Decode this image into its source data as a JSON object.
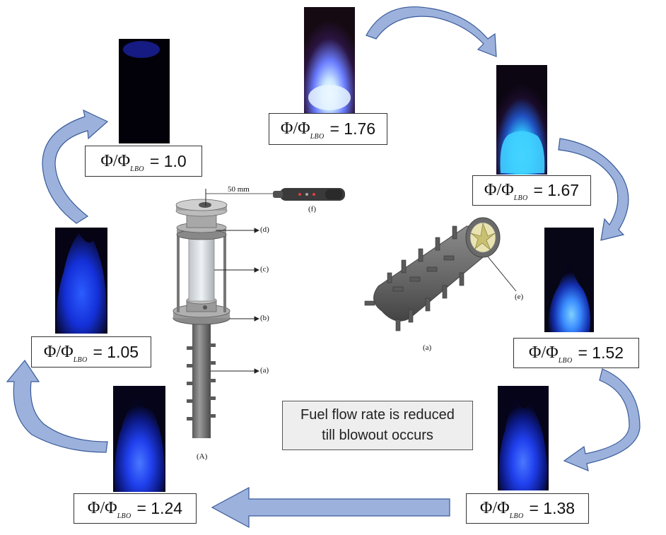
{
  "ratio": {
    "symbol": "Φ/Φ",
    "subscript": "LBO",
    "stages": [
      {
        "value": "= 1.76"
      },
      {
        "value": "= 1.67"
      },
      {
        "value": "=  1.52"
      },
      {
        "value": "=  1.38"
      },
      {
        "value": "= 1.24"
      },
      {
        "value": "= 1.05"
      },
      {
        "value": "= 1.0"
      }
    ]
  },
  "note": {
    "line1": "Fuel flow rate is reduced",
    "line2": "till blowout occurs"
  },
  "apparatus": {
    "labels": {
      "a": "(a)",
      "b": "(b)",
      "c": "(c)",
      "d": "(d)",
      "e": "(e)",
      "f": "(f)",
      "A": "(A)",
      "a2": "(a)"
    },
    "scale_text": "50 mm"
  },
  "colors": {
    "arrow_fill": "#9cb2dc",
    "arrow_stroke": "#3a5a99",
    "flame_blue": "#2a4fff",
    "flame_cyan": "#48d8ff",
    "metal": "#6e6e6e"
  }
}
